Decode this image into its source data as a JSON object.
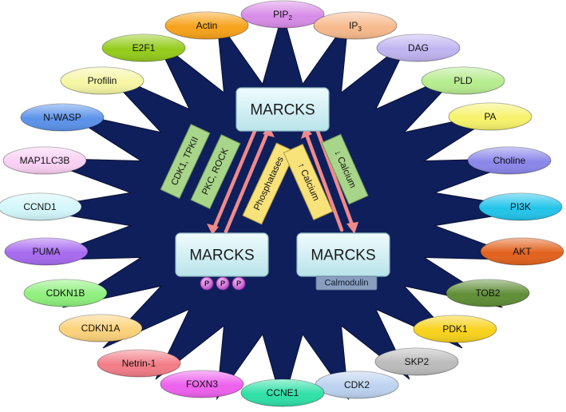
{
  "center": {
    "top_box": "MARCKS",
    "left_box": "MARCKS",
    "right_box": "MARCKS",
    "phospho_marker": "P",
    "calmodulin": "Calmodulin"
  },
  "arrow_labels": {
    "kinases_1": "CDK1, TPKII",
    "kinases_2": "PKC, ROCK",
    "phosphatases": "Phosphatases",
    "calcium_up": "↑ Calcium",
    "calcium_down": "↓ Calcium"
  },
  "partners": [
    {
      "label": "PIP",
      "sub": "2",
      "color": "#d88ce8"
    },
    {
      "label": "IP",
      "sub": "3",
      "color": "#f7b98c"
    },
    {
      "label": "DAG",
      "sub": "",
      "color": "#c0b4f0"
    },
    {
      "label": "PLD",
      "sub": "",
      "color": "#b6ec8e"
    },
    {
      "label": "PA",
      "sub": "",
      "color": "#f6f26a"
    },
    {
      "label": "Choline",
      "sub": "",
      "color": "#8a86ea"
    },
    {
      "label": "PI3K",
      "sub": "",
      "color": "#22c4ea"
    },
    {
      "label": "AKT",
      "sub": "",
      "color": "#e2621c"
    },
    {
      "label": "TOB2",
      "sub": "",
      "color": "#5f8e36"
    },
    {
      "label": "PDK1",
      "sub": "",
      "color": "#f8d21a"
    },
    {
      "label": "SKP2",
      "sub": "",
      "color": "#bcbcbc"
    },
    {
      "label": "CDK2",
      "sub": "",
      "color": "#bcd2f0"
    },
    {
      "label": "CCNE1",
      "sub": "",
      "color": "#2fe0a6"
    },
    {
      "label": "FOXN3",
      "sub": "",
      "color": "#ee60ee"
    },
    {
      "label": "Netrin-1",
      "sub": "",
      "color": "#f27c86"
    },
    {
      "label": "CDKN1A",
      "sub": "",
      "color": "#fcd27a"
    },
    {
      "label": "CDKN1B",
      "sub": "",
      "color": "#8ef07c"
    },
    {
      "label": "PUMA",
      "sub": "",
      "color": "#a76af0"
    },
    {
      "label": "CCND1",
      "sub": "",
      "color": "#d2f6fa"
    },
    {
      "label": "MAP1LC3B",
      "sub": "",
      "color": "#fad0f4"
    },
    {
      "label": "N-WASP",
      "sub": "",
      "color": "#5a92ea"
    },
    {
      "label": "Profilin",
      "sub": "",
      "color": "#f6f6a4"
    },
    {
      "label": "E2F1",
      "sub": "",
      "color": "#94cc1a"
    },
    {
      "label": "Actin",
      "sub": "",
      "color": "#f7a21a"
    }
  ],
  "colors": {
    "star_fill": "#0f1f5c",
    "box_fill": "#d4f2f6",
    "kinase_box": "#a8d58a",
    "phosphatase_box": "#f8e27a",
    "arrow": "#f08a8a",
    "phospho": "#d066d8",
    "calmodulin_box": "#8a9fc0"
  }
}
